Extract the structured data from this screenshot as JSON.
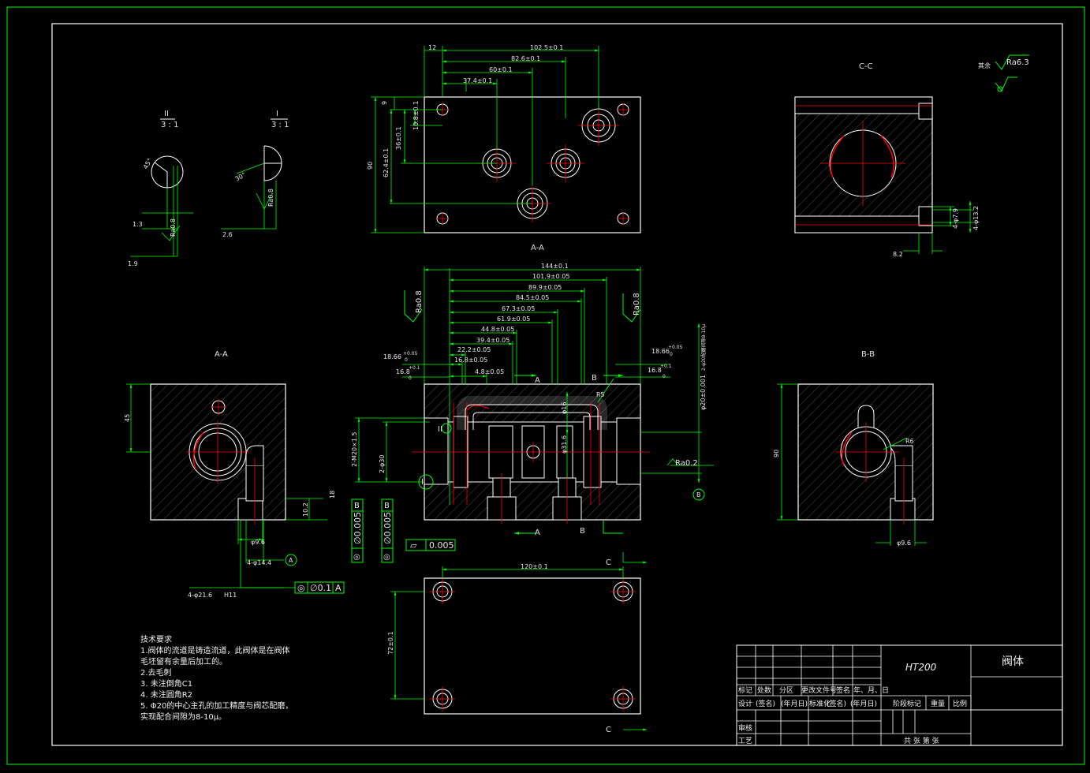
{
  "colors": {
    "background": "#000000",
    "outline": "#ffffff",
    "dimension": "#00ff00",
    "centerline": "#ff0000",
    "hatch": "#4a4a4a",
    "title_text": "#ffffff"
  },
  "views": {
    "section_aa_left": "A-A",
    "section_aa_top": "A-A",
    "section_bb": "B-B",
    "section_cc": "C-C",
    "detail_ii": "II",
    "detail_ii_scale": "3 : 1",
    "detail_i": "I",
    "detail_i_scale": "3 : 1"
  },
  "roughness": {
    "rest_label": "其余",
    "rest_value": "Ra6.3",
    "ra08": "Ra0.8",
    "ra02": "Ra0.2"
  },
  "dims": {
    "top_1025": "102.5±0.1",
    "top_826": "82.6±0.1",
    "top_60": "60±0.1",
    "top_374": "37.4±0.1",
    "top_12": "12",
    "top_9": "9",
    "top_108": "10.8±0.1",
    "top_36": "36±0.1",
    "top_624": "62.4±0.1",
    "top_90": "90",
    "main_144": "144±0.1",
    "main_1019": "101.9±0.05",
    "main_899": "89.9±0.05",
    "main_845": "84.5±0.05",
    "main_673": "67.3±0.05",
    "main_619": "61.9±0.05",
    "main_448": "44.8±0.05",
    "main_394": "39.4±0.05",
    "main_222": "22.2±0.05",
    "main_168": "16.8±0.05",
    "main_48": "4.8±0.05",
    "main_1866l": "18.66",
    "main_1866r": "18.66",
    "main_168l": "16.8",
    "main_168r": "16.8",
    "main_tol": "+0.05",
    "main_tol0": "0",
    "main_tol1": "+0.1",
    "main_m20": "2-M20×1.5",
    "main_phi30": "2-φ30",
    "main_phi20": "φ20±0.001",
    "main_phi16": "φ16",
    "main_r5": "R5",
    "main_phi314": "φ31.6",
    "main_rsym": "2-φ20配磨间隙8-10μ",
    "aa_45": "45",
    "aa_18": "18",
    "aa_102": "10.2",
    "aa_96": "φ9.6",
    "aa_144": "4-φ14.4",
    "aa_216": "4-φ21.6",
    "aa_h11": "H11",
    "bb_90": "90",
    "bb_96": "φ9.6",
    "bb_r6": "R6",
    "cc_82": "8.2",
    "cc_phi79": "4-φ7.9",
    "cc_phi132": "4-φ13.2",
    "bot_120": "120±0.1",
    "bot_72": "72±0.1",
    "det_13": "1.3",
    "det_19": "1.9",
    "det_26": "2.6",
    "det_45": "45°",
    "det_30": "30°",
    "det_ra08": "Ra0.8"
  },
  "tolerance_frames": {
    "coax_a": [
      "◎",
      "∅0.1",
      "A"
    ],
    "coax_b1": [
      "◎",
      "∅0.005",
      "B"
    ],
    "coax_b2": [
      "◎",
      "∅0.005",
      "B"
    ],
    "flat": [
      "▱",
      "0.005"
    ]
  },
  "datums": {
    "a": "A",
    "b": "B"
  },
  "section_marks": {
    "a": "A",
    "b": "B",
    "c": "C"
  },
  "notes": {
    "title": "技术要求",
    "lines": [
      "1.阀体的流道是铸造流道，此阀体是在阀体",
      "毛坯留有余量后加工的。",
      "2.去毛刺",
      "3. 未注倒角C1",
      "4. 未注圆角R2",
      "5. Φ20的中心主孔的加工精度与阀芯配磨，",
      "实现配合间隙为8-10μ。"
    ]
  },
  "title_block": {
    "material": "HT200",
    "part_name": "阀体",
    "row_labels": [
      "标记",
      "处数",
      "分区",
      "更改文件号",
      "签名",
      "年、月、日"
    ],
    "design": "设计",
    "signature": "(签名)",
    "date": "(年月日)",
    "standard": "标准化",
    "stage": "阶段标记",
    "weight": "重量",
    "scale": "比例",
    "review": "审核",
    "process": "工艺",
    "sheets": "共   张   第   张"
  }
}
